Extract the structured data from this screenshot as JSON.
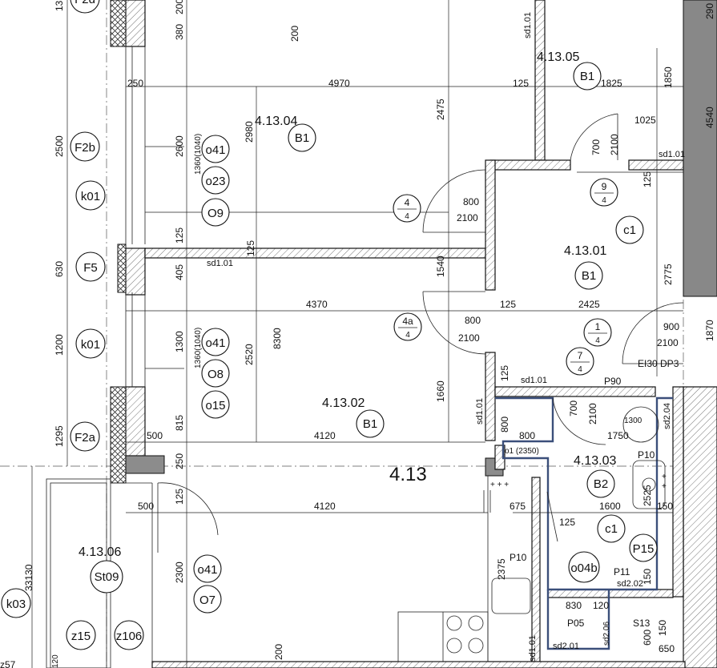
{
  "rooms": {
    "r0405": {
      "number": "4.13.05",
      "finish": "B1"
    },
    "r0404": {
      "number": "4.13.04",
      "finish": "B1"
    },
    "r0401": {
      "number": "4.13.01",
      "finish": "B1",
      "tag": "c1"
    },
    "r0402": {
      "number": "4.13.02",
      "finish": "B1"
    },
    "r0403": {
      "number": "4.13.03",
      "finish": "B2",
      "tag": "c1"
    },
    "r0406": {
      "number": "4.13.06",
      "finish": "St09"
    },
    "apartment": "4.13"
  },
  "circle_marks": {
    "f2d": "F2d",
    "f2b": "F2b",
    "k01a": "k01",
    "f5": "F5",
    "k01b": "k01",
    "f2a": "F2a",
    "k03": "k03",
    "o41a": "o41",
    "o23": "o23",
    "o09": "O9",
    "o41b": "o41",
    "o08": "O8",
    "o15": "o15",
    "o41c": "o41",
    "o07": "O7",
    "z15": "z15",
    "z106": "z106",
    "o04b": "o04b",
    "p15": "P15",
    "c1a": "c1"
  },
  "door_tags": {
    "d4": {
      "top": "4",
      "bottom": "4"
    },
    "d4a": {
      "top": "4a",
      "bottom": "4"
    },
    "d9": {
      "top": "9",
      "bottom": "4"
    },
    "d1": {
      "top": "1",
      "bottom": "4"
    },
    "d7": {
      "top": "7",
      "bottom": "4"
    }
  },
  "dimensions": {
    "d380": "380",
    "d200a": "200",
    "d200b": "200",
    "d200c": "200",
    "d250a": "250",
    "d4970": "4970",
    "d125a": "125",
    "d1825": "1825",
    "d1850": "1850",
    "d2475": "2475",
    "d2500": "2500",
    "d2600": "2600",
    "d1360a": "1360(1040)",
    "d2980": "2980",
    "d1025": "1025",
    "d700a": "700",
    "d2100a": "2100",
    "d125b": "125",
    "d800a": "800",
    "d2100b": "2100",
    "d630": "630",
    "d125c": "125",
    "d125d": "125",
    "d1540": "1540",
    "d2775": "2775",
    "d405": "405",
    "d4370": "4370",
    "d125e": "125",
    "d2425": "2425",
    "d800b": "800",
    "d2100c": "2100",
    "d900": "900",
    "d2100d": "2100",
    "d1200": "1200",
    "d1300a": "1300",
    "d1360b": "1360(1040)",
    "d2520": "2520",
    "d8300": "8300",
    "d125f": "125",
    "d1660": "1660",
    "d700b": "700",
    "d2100e": "2100",
    "d1300b": "1300",
    "d1295": "1295",
    "d815": "815",
    "d500a": "500",
    "d4120a": "4120",
    "d800c": "800",
    "d800d": "800",
    "d1750": "1750",
    "d250b": "250",
    "d2350": "o1 (2350)",
    "d500b": "500",
    "d125g": "125",
    "d4120b": "4120",
    "d675": "675",
    "d1600": "1600",
    "d2525": "2525",
    "d150a": "150",
    "d125h": "125",
    "d2300": "2300",
    "d2375": "2375",
    "d150b": "150",
    "d830": "830",
    "d120": "120",
    "d150c": "150",
    "d600": "600",
    "d650": "650",
    "d33130": "33130",
    "d290": "290",
    "d4540": "4540",
    "d1870": "1870",
    "d13": "13",
    "d120b": "120"
  },
  "labels": {
    "sd01a": "sd1.01",
    "sd01b": "sd1.01",
    "sd01c": "sd1.01",
    "sd01d": "sd1.01",
    "sd01e": "sd1.01",
    "sd01f": "sd1.01",
    "sd204": "sd2.04",
    "sd202": "sd2.02",
    "sd201": "sd2.01",
    "sd206": "sd2.06",
    "ei30": "EI30 DP3",
    "p90": "P90",
    "p10a": "P10",
    "p10b": "P10",
    "p11": "P11",
    "p05": "P05",
    "s13": "S13",
    "z57": "z57"
  }
}
